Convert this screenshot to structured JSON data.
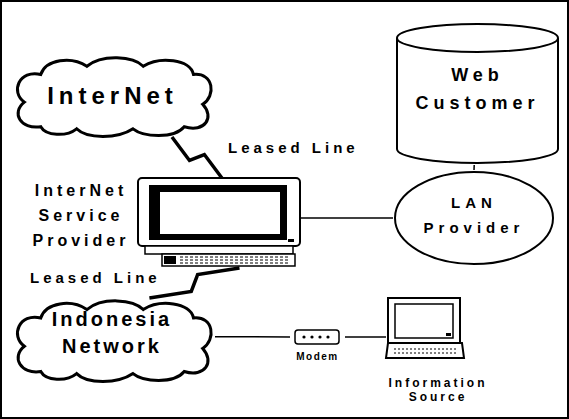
{
  "diagram": {
    "nodes": [
      {
        "text": [
          "InterNet"
        ]
      },
      {
        "text": [
          "Web Customer"
        ]
      },
      {
        "text": [
          "InterNet Service Provider"
        ]
      },
      {
        "text": [
          "LAN Provider"
        ]
      },
      {
        "text": [
          "Indonesia Network"
        ]
      },
      {
        "text": [
          "Modem"
        ]
      },
      {
        "text": [
          "Information Source"
        ]
      }
    ],
    "edges": [
      {
        "from": 0,
        "to": 2,
        "arrow": "none",
        "label": "Leased Line"
      },
      {
        "from": 1,
        "to": 3,
        "arrow": "none"
      },
      {
        "from": 2,
        "to": 3,
        "arrow": "none"
      },
      {
        "from": 2,
        "to": 4,
        "arrow": "none",
        "label": "Leased Line"
      },
      {
        "from": 4,
        "to": 5,
        "arrow": "none"
      },
      {
        "from": 5,
        "to": 6,
        "arrow": "none"
      }
    ]
  }
}
